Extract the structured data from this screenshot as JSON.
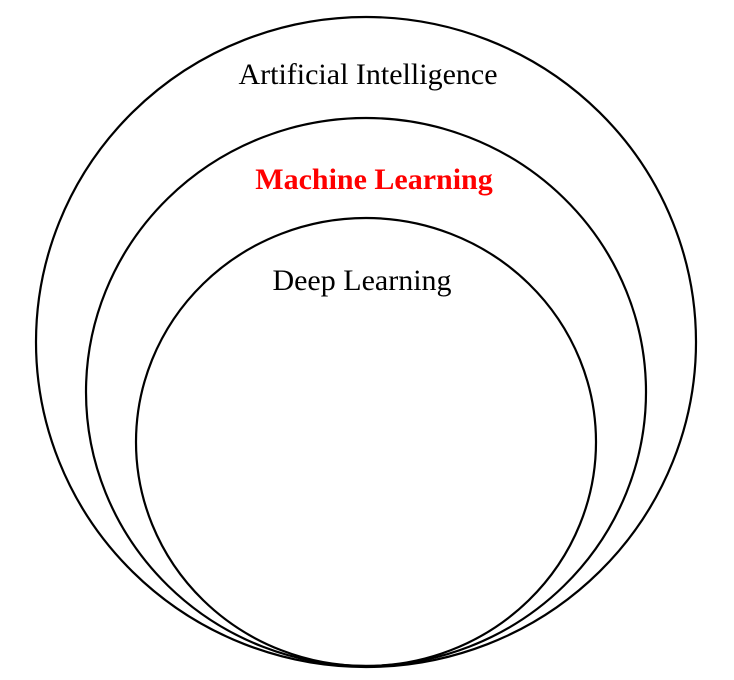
{
  "diagram": {
    "outer": {
      "label": "Artificial Intelligence",
      "color": "#000000"
    },
    "middle": {
      "label": "Machine Learning",
      "color": "#ff0000",
      "bold": true
    },
    "inner": {
      "label": "Deep Learning",
      "color": "#000000"
    },
    "ring_color": "#000000",
    "background": "#ffffff"
  }
}
